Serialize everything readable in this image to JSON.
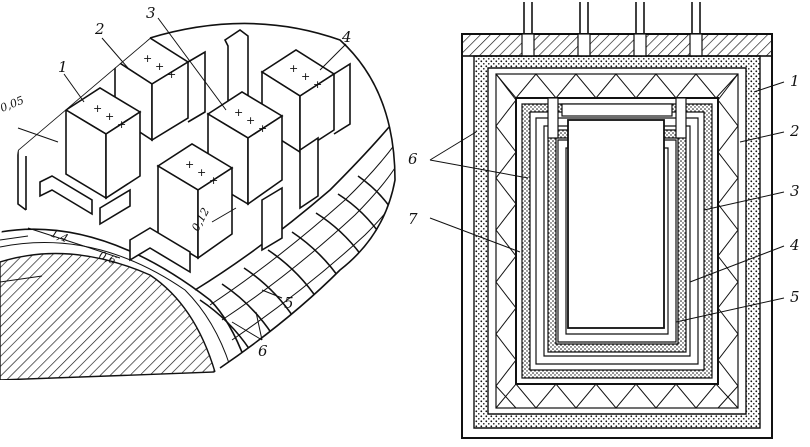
{
  "left_figure": {
    "labels": {
      "l1": "1",
      "l2": "2",
      "l3": "3",
      "l4": "4",
      "l5": "5",
      "l6": "6"
    },
    "dimensions": {
      "d1": "0,05",
      "d2": "0,12",
      "d3": "1,4",
      "d4": "0,6"
    },
    "plus_sign": "+"
  },
  "right_figure": {
    "labels": {
      "r1": "1",
      "r2": "2",
      "r3": "3",
      "r4": "4",
      "r5": "5",
      "r6": "6",
      "r7": "7"
    }
  },
  "colors": {
    "ink": "#111111",
    "paper": "#ffffff"
  }
}
